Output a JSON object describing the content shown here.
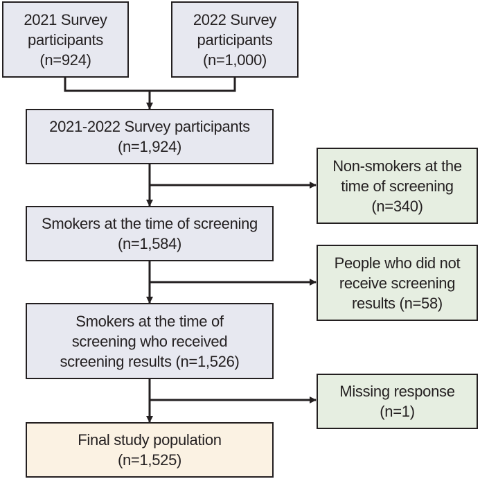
{
  "colors": {
    "main_fill": "#e7e8f0",
    "exclusion_fill": "#e6eee1",
    "final_fill": "#fbf2e3",
    "line": "#231f20"
  },
  "boxes": {
    "survey_2021": {
      "lines": [
        "2021 Survey",
        "participants",
        "(n=924)"
      ]
    },
    "survey_2022": {
      "lines": [
        "2022 Survey",
        "participants",
        "(n=1,000)"
      ]
    },
    "combined": {
      "lines": [
        "2021-2022 Survey participants",
        "(n=1,924)"
      ]
    },
    "smokers": {
      "lines": [
        "Smokers at the time of screening",
        "(n=1,584)"
      ]
    },
    "smokers_received": {
      "lines": [
        "Smokers at the time of",
        "screening who received",
        "screening results (n=1,526)"
      ]
    },
    "final": {
      "lines": [
        "Final study population",
        "(n=1,525)"
      ]
    },
    "nonsmokers": {
      "lines": [
        "Non-smokers at the",
        "time of screening",
        "(n=340)"
      ]
    },
    "no_results": {
      "lines": [
        "People who did not",
        "receive screening",
        "results (n=58)"
      ]
    },
    "missing": {
      "lines": [
        "Missing response",
        "(n=1)"
      ]
    }
  }
}
